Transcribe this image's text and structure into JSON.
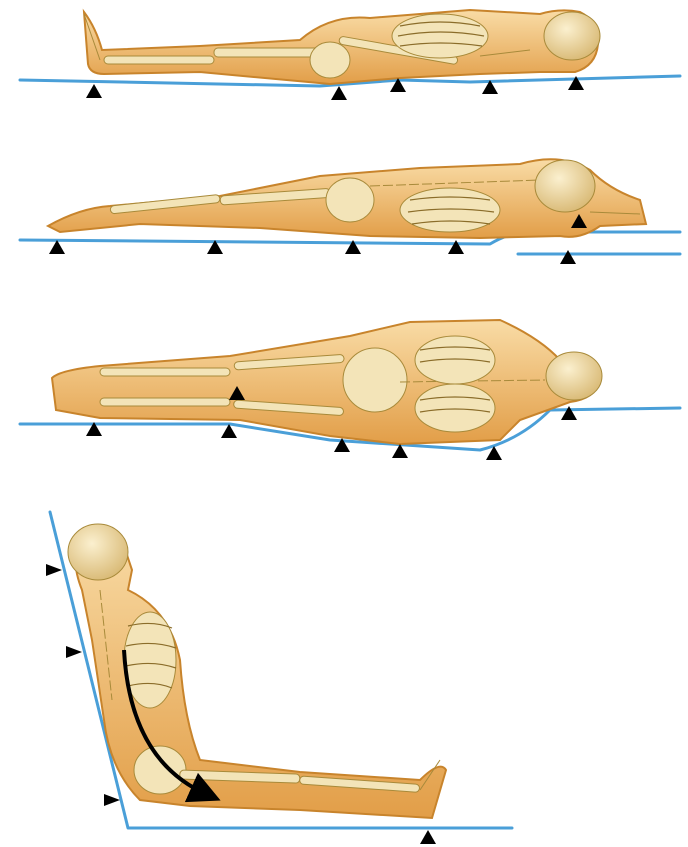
{
  "figure": {
    "panels": [
      {
        "id": "supine"
      },
      {
        "id": "prone"
      },
      {
        "id": "lateral"
      },
      {
        "id": "sitting"
      }
    ]
  },
  "colors": {
    "surface": "#4a9fd8",
    "skin_light": "#f7d59a",
    "skin": "#e9a955",
    "bone": "#f3e4b8",
    "marker": "#000000",
    "arrow": "#000000"
  },
  "icons": {
    "pressure_point": "black-triangle-marker",
    "load_arrow": "curved-arrow"
  }
}
